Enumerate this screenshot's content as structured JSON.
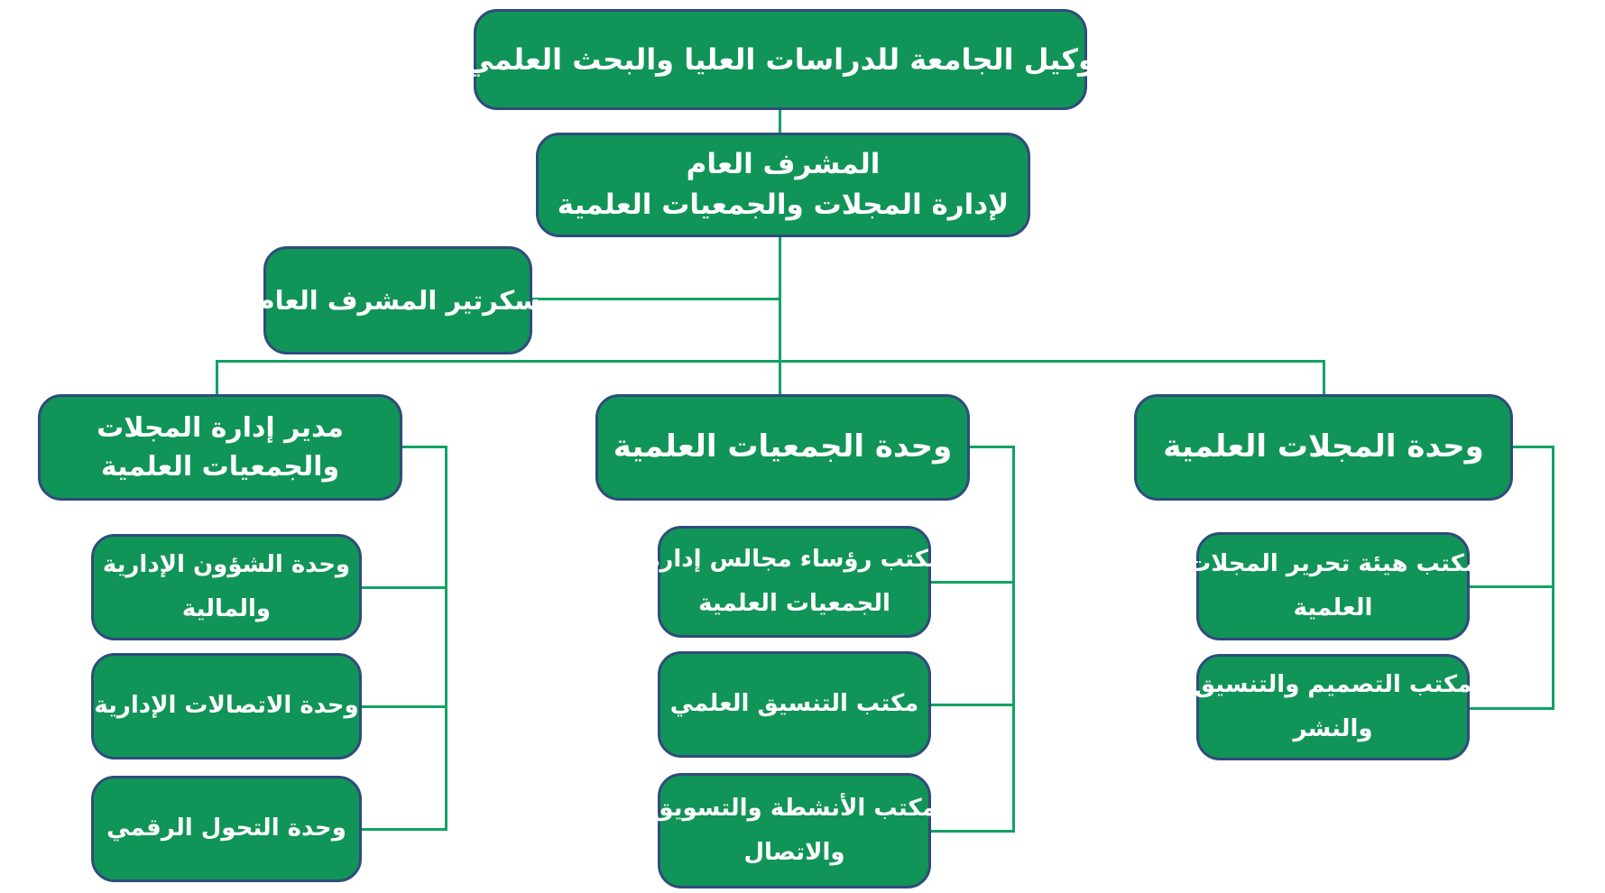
{
  "colors": {
    "box_fill": "#119457",
    "box_border": "#2f4b7c",
    "connector_line": "#12a263",
    "text": "#ffffff",
    "background": "#ffffff"
  },
  "org_chart": {
    "direction": "rtl",
    "nodes": {
      "vice_rector": {
        "lines": [
          "وكيل الجامعة للدراسات العليا والبحث العلمي"
        ]
      },
      "general_supervisor": {
        "lines": [
          "المشرف العام",
          "لإدارة المجلات والجمعيات العلمية"
        ]
      },
      "secretary": {
        "lines": [
          "سكرتير المشرف العام"
        ]
      },
      "journals_societies_director": {
        "lines": [
          "مدير إدارة المجلات",
          "والجمعيات العلمية"
        ]
      },
      "societies_unit": {
        "lines": [
          "وحدة الجمعيات العلمية"
        ]
      },
      "journals_unit": {
        "lines": [
          "وحدة المجلات العلمية"
        ]
      },
      "admin_financial_unit": {
        "lines": [
          "وحدة الشؤون الإدارية",
          "والمالية"
        ]
      },
      "admin_communications_unit": {
        "lines": [
          "وحدة الاتصالات الإدارية"
        ]
      },
      "digital_transformation_unit": {
        "lines": [
          "وحدة التحول الرقمي"
        ]
      },
      "boards_chairmen_office": {
        "lines": [
          "مكتب رؤساء مجالس إدارة",
          "الجمعيات العلمية"
        ]
      },
      "scientific_coordination_office": {
        "lines": [
          "مكتب التنسيق العلمي"
        ]
      },
      "activities_marketing_office": {
        "lines": [
          "مكتب الأنشطة والتسويق",
          "والاتصال"
        ]
      },
      "editorial_board_office": {
        "lines": [
          "مكتب هيئة تحرير المجلات",
          "العلمية"
        ]
      },
      "design_publishing_office": {
        "lines": [
          "مكتب التصميم والتنسيق",
          "والنشر"
        ]
      }
    },
    "edges": [
      [
        "vice_rector",
        "general_supervisor"
      ],
      [
        "general_supervisor",
        "secretary"
      ],
      [
        "general_supervisor",
        "journals_societies_director"
      ],
      [
        "general_supervisor",
        "societies_unit"
      ],
      [
        "general_supervisor",
        "journals_unit"
      ],
      [
        "journals_societies_director",
        "admin_financial_unit"
      ],
      [
        "journals_societies_director",
        "admin_communications_unit"
      ],
      [
        "journals_societies_director",
        "digital_transformation_unit"
      ],
      [
        "societies_unit",
        "boards_chairmen_office"
      ],
      [
        "societies_unit",
        "scientific_coordination_office"
      ],
      [
        "societies_unit",
        "activities_marketing_office"
      ],
      [
        "journals_unit",
        "editorial_board_office"
      ],
      [
        "journals_unit",
        "design_publishing_office"
      ]
    ]
  }
}
